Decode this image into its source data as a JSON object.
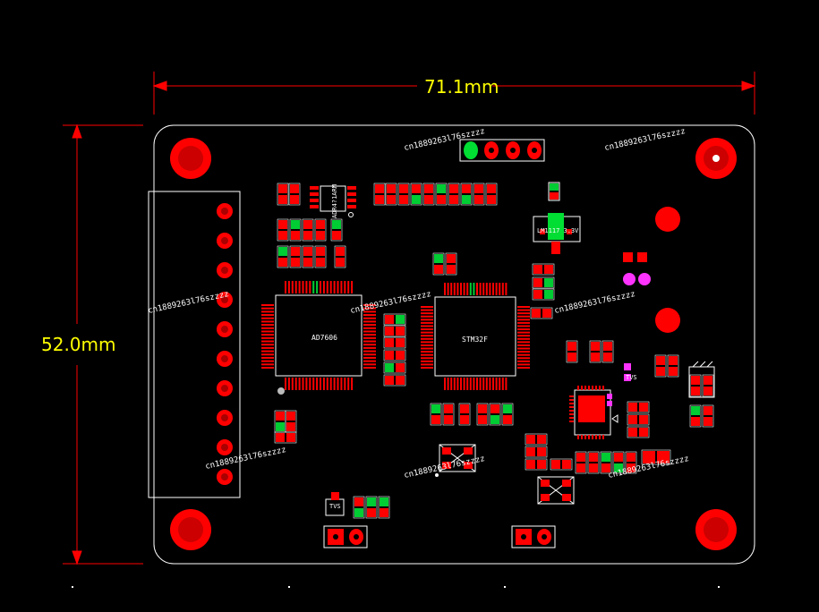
{
  "dimensions": {
    "width_label": "71.1mm",
    "height_label": "52.0mm"
  },
  "colors": {
    "background": "#000000",
    "outline": "#ffffff",
    "dimension": "#ff0000",
    "dimension_text": "#ffff00",
    "pad": "#ff0000",
    "pad_green": "#00cc33",
    "highlight": "#ff00ff"
  },
  "components": {
    "adc_label": "AD7606",
    "mcu_label": "STM32F",
    "vref_label": "ADR4?1ARM",
    "ldo_label": "LM1117 3.3V",
    "tvs_label_1": "TVS",
    "tvs_label_2": "TVS"
  },
  "watermark": "cn1889263l76szzzz",
  "layer_view": "top copper + silkscreen"
}
